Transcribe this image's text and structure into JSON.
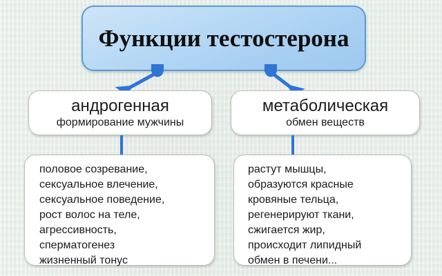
{
  "slide": {
    "title": "Функции тестостерона",
    "accent_color": "#2e75d4",
    "title_box_border": "#5b9bd5",
    "title_box_fill": "#bcdcf6",
    "background_color": "#e9efea"
  },
  "branches": [
    {
      "id": "androgenic",
      "heading": "андрогенная",
      "subheading": "формирование мужчины",
      "details": [
        "половое созревание,",
        "сексуальное влечение,",
        "сексуальное поведение,",
        "рост волос на теле,",
        "агрессивность,",
        "сперматогенез",
        "жизненный тонус"
      ]
    },
    {
      "id": "metabolic",
      "heading": "метаболическая",
      "subheading": "обмен веществ",
      "details": [
        "растут мышцы,",
        "образуются красные",
        "кровяные тельца,",
        "регенерируют ткани,",
        "сжигается жир,",
        "происходит липидный",
        "обмен в печени..."
      ]
    }
  ]
}
